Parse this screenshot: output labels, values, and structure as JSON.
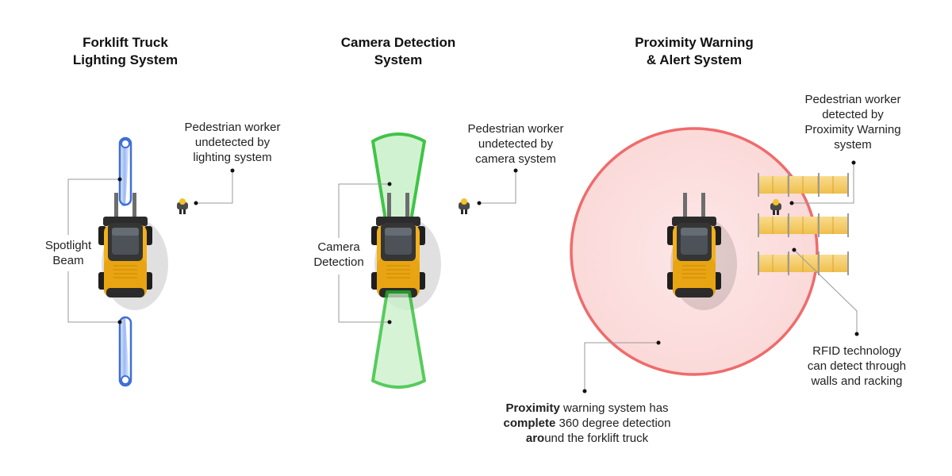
{
  "colors": {
    "beam": "#4b7be0",
    "camera_zone": "#22c02a",
    "proximity_zone": "#ef6b6b",
    "truck_body": "#f2b01a",
    "rack": "#f5c75a"
  },
  "panels": {
    "lighting": {
      "title": "Forklift Truck\nLighting System",
      "beam_label": "Spotlight\nBeam",
      "pedestrian_label": "Pedestrian worker\nundetected by\nlighting system"
    },
    "camera": {
      "title": "Camera Detection\nSystem",
      "camera_label": "Camera\nDetection",
      "pedestrian_label": "Pedestrian worker\nundetected by\ncamera system"
    },
    "proximity": {
      "title": "Proximity Warning\n& Alert System",
      "pedestrian_label": "Pedestrian worker\ndetected by\nProximity Warning\nsystem",
      "rfid_label": "RFID technology\ncan detect through\nwalls and racking",
      "coverage_line1_bold": "Proximity",
      "coverage_line1_rest": " warning system has",
      "coverage_line2_bold": "complete",
      "coverage_line2_rest": " 360 degree detection",
      "coverage_line3_bold": "aro",
      "coverage_line3_rest": "und the forklift truck"
    }
  },
  "icons": [
    "forklift-icon",
    "pedestrian-worker-icon",
    "racking-icon"
  ]
}
